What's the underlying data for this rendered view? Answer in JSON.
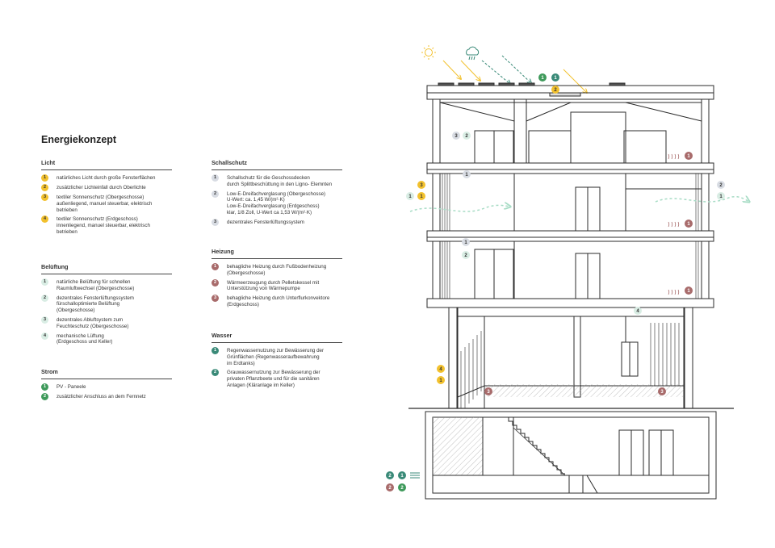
{
  "title": "Energiekonzept",
  "colors": {
    "licht": "#f2c12e",
    "belueftung": "#d9ede4",
    "strom": "#3f9a5b",
    "schallschutz": "#d8dce3",
    "heizung": "#a86b6b",
    "wasser": "#3a8a78",
    "line": "#2b2b2b"
  },
  "sections": [
    {
      "id": "licht",
      "title": "Licht",
      "color": "#f2c12e",
      "textcolor": "#333",
      "items": [
        {
          "n": "1",
          "text": "natürliches Licht durch große Fensterflächen"
        },
        {
          "n": "2",
          "text": "zusätzlicher Lichteinfall durch Oberlichte"
        },
        {
          "n": "3",
          "text": "textiler Sonnenschutz (Obergeschosse)\naußenliegend, manuel steuerbar, elektrisch\nbetrieben"
        },
        {
          "n": "4",
          "text": "textiler Sonnenschutz (Erdgeschoss)\ninnenliegend, manuel steuerbar, elektrisch\nbetrieben"
        }
      ]
    },
    {
      "id": "belueftung",
      "title": "Belüftung",
      "color": "#d9ede4",
      "textcolor": "#333",
      "items": [
        {
          "n": "1",
          "text": "natürliche Belüftung für schnellen\nRaumluftwechsel (Obergeschosse)"
        },
        {
          "n": "2",
          "text": "dezentrales Fensterlüftungssystem\nfürschalloptimierte Belüftung\n(Obergeschosse)"
        },
        {
          "n": "3",
          "text": "dezentrales Abluftsystem zum\nFeuchteschutz (Obergeschosse)"
        },
        {
          "n": "4",
          "text": "mechanische Lüftung\n(Erdgeschoss und Keller)"
        }
      ]
    },
    {
      "id": "strom",
      "title": "Strom",
      "color": "#3f9a5b",
      "textcolor": "#fff",
      "items": [
        {
          "n": "1",
          "text": "PV - Paneele"
        },
        {
          "n": "2",
          "text": "zusätzlicher Anschluss an dem Fernnetz"
        }
      ]
    },
    {
      "id": "schallschutz",
      "title": "Schallschutz",
      "color": "#d8dce3",
      "textcolor": "#333",
      "items": [
        {
          "n": "1",
          "text": "Schallschutz für die Geschossdecken\ndurch Splittbeschüttung in den Ligno- Elemnten"
        },
        {
          "n": "2",
          "text": "Low-E-Dreifachverglasung (Obergeschosse)\nU-Wert: ca. 1,45 W/(m²·K)\nLow-E-Dreifachverglasung (Erdgeschoss)\nklar, 1/8 Zoll, U-Wert ca 1,53 W/(m²·K)"
        },
        {
          "n": "3",
          "text": "dezentrales Fensterlüftungssystem"
        }
      ]
    },
    {
      "id": "heizung",
      "title": "Heizung",
      "color": "#a86b6b",
      "textcolor": "#fff",
      "items": [
        {
          "n": "1",
          "text": "behagliche Heizung durch Fußbodenheizung\n(Obergeschosse)"
        },
        {
          "n": "2",
          "text": "Wärmeerzeugung durch Pelletskessel mit\nUnterstützung von Wärmepumpe"
        },
        {
          "n": "3",
          "text": "behagliche Heizung durch Unterflurkonvektore\n(Erdgeschoss)"
        }
      ]
    },
    {
      "id": "wasser",
      "title": "Wasser",
      "color": "#3a8a78",
      "textcolor": "#fff",
      "items": [
        {
          "n": "1",
          "text": "Regenwassernutzung zur Bewässerung der\nGrünflächen (Regenwasseraufbewahrung\nim Erdtanks)"
        },
        {
          "n": "2",
          "text": "Grauwassernutzung zur Bewässerung der\nprivaten Pflanzbeete und für die sanitären\nAnlagen (Kläranlage im Keller)"
        }
      ]
    }
  ],
  "diagram_badges": [
    {
      "n": "1",
      "cat": "strom"
    },
    {
      "n": "1",
      "cat": "wasser"
    },
    {
      "n": "2",
      "cat": "licht"
    },
    {
      "n": "3",
      "cat": "schallschutz"
    },
    {
      "n": "2",
      "cat": "belueftung"
    },
    {
      "n": "1",
      "cat": "heizung"
    },
    {
      "n": "1",
      "cat": "schallschutz"
    },
    {
      "n": "3",
      "cat": "licht"
    },
    {
      "n": "1",
      "cat": "belueftung"
    },
    {
      "n": "1",
      "cat": "licht"
    },
    {
      "n": "2",
      "cat": "schallschutz"
    },
    {
      "n": "1",
      "cat": "belueftung"
    },
    {
      "n": "1",
      "cat": "heizung"
    },
    {
      "n": "1",
      "cat": "schallschutz"
    },
    {
      "n": "2",
      "cat": "belueftung"
    },
    {
      "n": "1",
      "cat": "heizung"
    },
    {
      "n": "4",
      "cat": "belueftung"
    },
    {
      "n": "4",
      "cat": "licht"
    },
    {
      "n": "1",
      "cat": "licht"
    },
    {
      "n": "3",
      "cat": "heizung"
    },
    {
      "n": "3",
      "cat": "heizung"
    },
    {
      "n": "2",
      "cat": "wasser"
    },
    {
      "n": "1",
      "cat": "wasser"
    },
    {
      "n": "2",
      "cat": "heizung"
    },
    {
      "n": "2",
      "cat": "strom"
    }
  ]
}
